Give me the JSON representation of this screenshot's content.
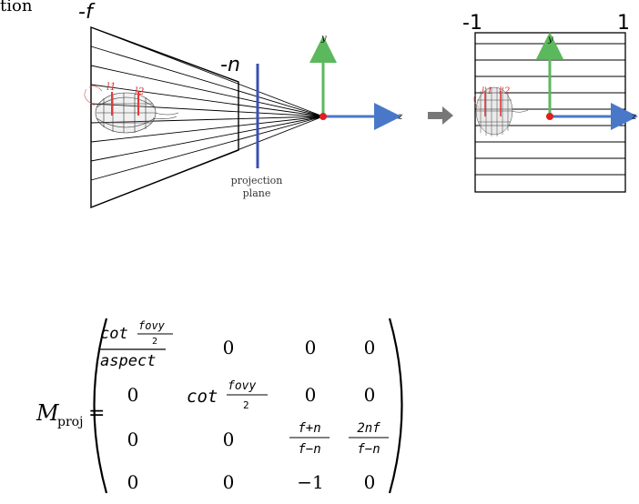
{
  "top_left_label": "tion",
  "left_diagram": {
    "far_label": "-f",
    "near_label": "-n",
    "l1_label": "l1",
    "l2_label": "l2",
    "y_axis_label": "y",
    "z_axis_label": "z",
    "projection_plane_line1": "projection",
    "projection_plane_line2": "plane"
  },
  "right_diagram": {
    "left_bound_label": "-1",
    "right_bound_label": "1",
    "y_axis_label": "y",
    "z_axis_label": "z",
    "l1_prime_label": "l'1",
    "l2_prime_label": "l'2"
  },
  "colors": {
    "near_plane": "#3a4fb0",
    "y_axis": "#5cb85c",
    "z_axis": "#4a78c8",
    "origin": "#e02020",
    "marker": "#e03a3a",
    "arrow": "#777777"
  },
  "matrix": {
    "lhs": "M",
    "lhs_sub": "proj",
    "equals": "=",
    "cells": {
      "r0c0_num": "cot",
      "r0c0_num_frac_top": "fovy",
      "r0c0_num_frac_bottom": "2",
      "r0c0_den": "aspect",
      "r0c1": "0",
      "r0c2": "0",
      "r0c3": "0",
      "r1c0": "0",
      "r1c1_pre": "cot",
      "r1c1_frac_top": "fovy",
      "r1c1_frac_bottom": "2",
      "r1c2": "0",
      "r1c3": "0",
      "r2c0": "0",
      "r2c1": "0",
      "r2c2_top": "f+n",
      "r2c2_bottom": "f−n",
      "r2c3_top": "2nf",
      "r2c3_bottom": "f−n",
      "r3c0": "0",
      "r3c1": "0",
      "r3c2": "−1",
      "r3c3": "0"
    }
  }
}
